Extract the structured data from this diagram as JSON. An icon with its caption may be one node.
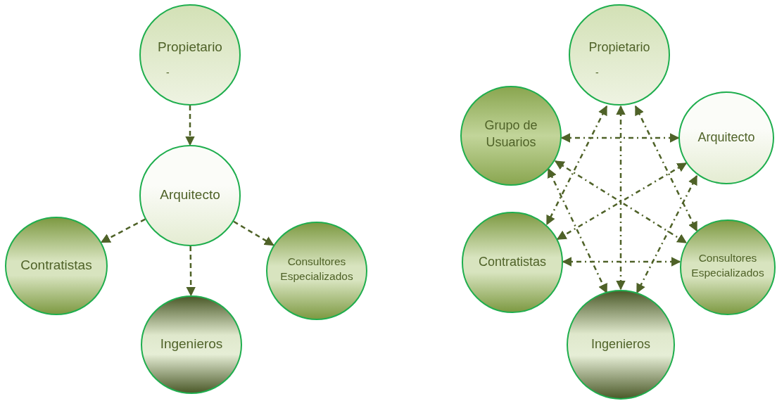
{
  "diagram": {
    "nodes": [
      {
        "text": [
          "Propietario",
          "-"
        ]
      },
      {
        "text": [
          "Arquitecto"
        ]
      },
      {
        "text": [
          "Contratistas"
        ]
      },
      {
        "text": [
          "Consultores Especializados"
        ]
      },
      {
        "text": [
          "Ingenieros"
        ]
      },
      {
        "text": [
          "Propietario",
          "-"
        ]
      },
      {
        "text": [
          "Grupo de Usuarios"
        ]
      },
      {
        "text": [
          "Arquitecto"
        ]
      },
      {
        "text": [
          "Contratistas"
        ]
      },
      {
        "text": [
          "Consultores Especializados"
        ]
      },
      {
        "text": [
          "Ingenieros"
        ]
      }
    ],
    "edges": [
      {
        "from": 0,
        "to": 1,
        "arrow": "to",
        "style": "dashed"
      },
      {
        "from": 1,
        "to": 2,
        "arrow": "to",
        "style": "dashed"
      },
      {
        "from": 1,
        "to": 4,
        "arrow": "to",
        "style": "dashed"
      },
      {
        "from": 1,
        "to": 3,
        "arrow": "to",
        "style": "dashed"
      },
      {
        "from": 6,
        "to": 7,
        "arrow": "both",
        "style": "dashed"
      },
      {
        "from": 5,
        "to": 10,
        "arrow": "both",
        "style": "dashed"
      },
      {
        "from": 8,
        "to": 9,
        "arrow": "both",
        "style": "dashed"
      },
      {
        "from": 6,
        "to": 9,
        "arrow": "both",
        "style": "dashed"
      },
      {
        "from": 7,
        "to": 8,
        "arrow": "both",
        "style": "dashed"
      },
      {
        "from": 5,
        "to": 8,
        "arrow": "both",
        "style": "dashed"
      },
      {
        "from": 5,
        "to": 9,
        "arrow": "both",
        "style": "dashed"
      },
      {
        "from": 6,
        "to": 10,
        "arrow": "both",
        "style": "dashed"
      },
      {
        "from": 7,
        "to": 10,
        "arrow": "both",
        "style": "dashed"
      }
    ]
  }
}
